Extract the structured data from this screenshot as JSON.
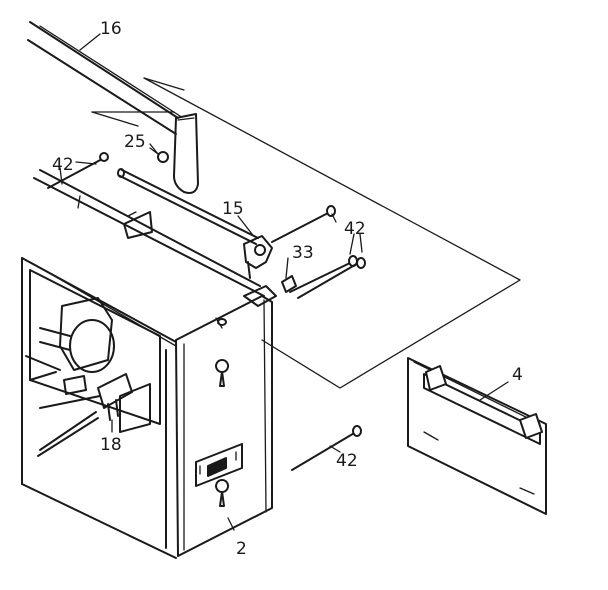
{
  "callouts": {
    "c16": "16",
    "c25": "25",
    "c42a": "42",
    "c15": "15",
    "c42b": "42",
    "c33": "33",
    "c4": "4",
    "c18": "18",
    "c42c": "42",
    "c2": "2"
  }
}
